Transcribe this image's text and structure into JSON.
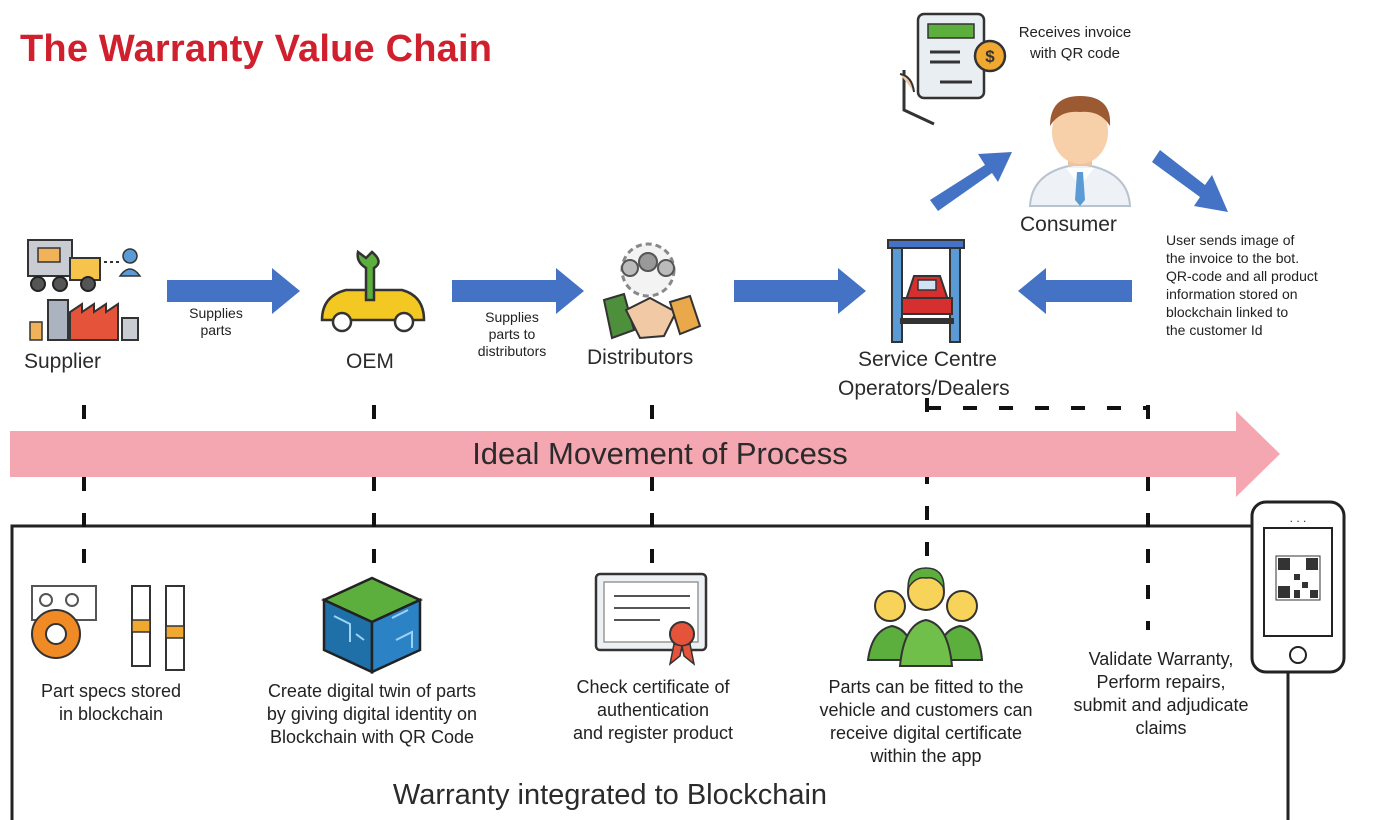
{
  "title": "The Warranty Value Chain",
  "colors": {
    "title": "#d0202e",
    "arrow": "#4472c4",
    "process_bar": "#f4a6b1",
    "box_border": "#222222"
  },
  "actors": {
    "supplier": "Supplier",
    "oem": "OEM",
    "distributors": "Distributors",
    "service_line1": "Service Centre",
    "service_line2": "Operators/Dealers",
    "consumer": "Consumer"
  },
  "flow_labels": {
    "supplies_parts": [
      "Supplies",
      "parts"
    ],
    "supplies_distributors": [
      "Supplies",
      "parts to",
      "distributors"
    ],
    "receives_invoice": [
      "Receives invoice",
      "with QR code"
    ],
    "user_sends": [
      "User sends image of",
      "the invoice to the bot.",
      "QR-code and all product",
      "information stored on",
      "blockchain linked to",
      "the customer Id"
    ]
  },
  "process_bar": "Ideal Movement of Process",
  "steps": {
    "part_specs": [
      "Part specs stored",
      "in blockchain"
    ],
    "digital_twin": [
      "Create digital twin of parts",
      "by giving digital identity on",
      "Blockchain with QR Code"
    ],
    "certificate": [
      "Check certificate of",
      "authentication",
      "and register product"
    ],
    "fitted": [
      "Parts can be fitted to the",
      "vehicle  and customers can",
      "receive digital certificate",
      "within the app"
    ],
    "validate": [
      "Validate Warranty,",
      "Perform repairs,",
      "submit and adjudicate",
      "claims"
    ]
  },
  "footer": "Warranty integrated to Blockchain",
  "icons": [
    "warehouse-truck-factory-icon",
    "car-wrench-icon",
    "handshake-team-icon",
    "car-lift-icon",
    "invoice-dollar-icon",
    "person-avatar-icon",
    "engine-parts-icon",
    "blockchain-cube-icon",
    "certificate-icon",
    "customers-group-icon",
    "phone-qr-icon"
  ]
}
